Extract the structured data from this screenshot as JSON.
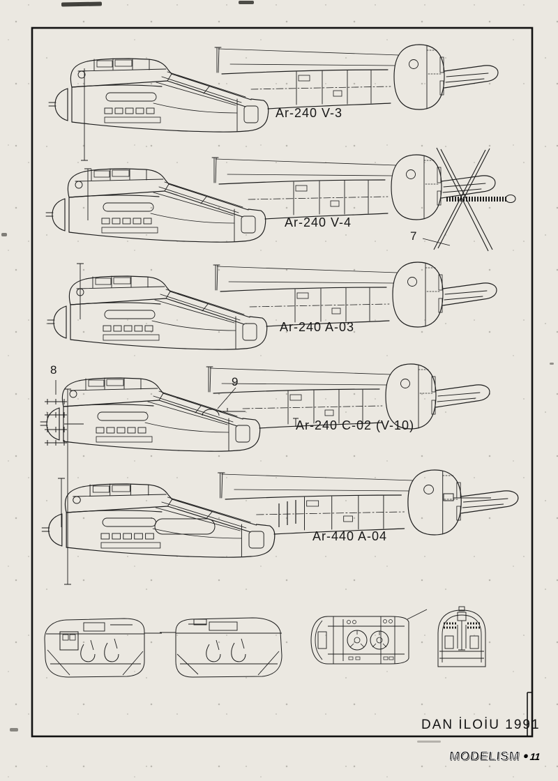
{
  "page": {
    "artist_credit": "DAN İLOİU 1991",
    "publisher_logo": "MODELISM",
    "logo_bullet": "●",
    "issue_number": "11",
    "paper_color": "#ebe8e1",
    "ink_color": "#1c1c1c"
  },
  "drawings": {
    "profiles": [
      {
        "id": "ar-240-v-3",
        "label": "Ar-240 V-3"
      },
      {
        "id": "ar-240-v-4",
        "label": "Ar-240 V-4"
      },
      {
        "id": "ar-240-a-03",
        "label": "Ar-240 A-03"
      },
      {
        "id": "ar-240-c-02",
        "label": "Ar-240 C-02 (V-10)"
      },
      {
        "id": "ar-440-a-04",
        "label": "Ar-440 A-04"
      }
    ],
    "callouts": {
      "dive_brake": "7",
      "nose_antenna": "8",
      "gun_barbette": "9"
    }
  }
}
